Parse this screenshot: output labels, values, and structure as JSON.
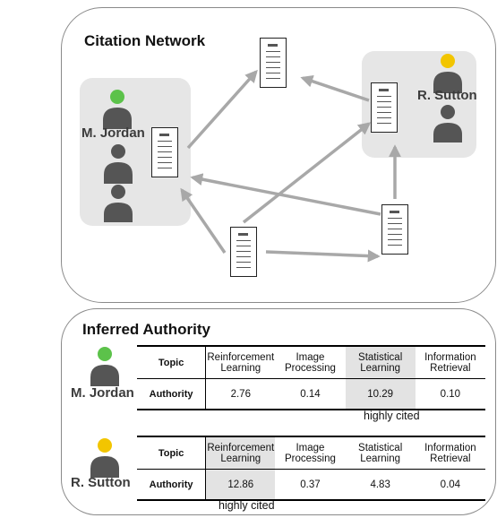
{
  "network": {
    "title": "Citation Network",
    "groups": [
      {
        "name": "M. Jordan",
        "person_colors": [
          "#5cc24a",
          "#555555",
          "#555555"
        ]
      },
      {
        "name": "R. Sutton",
        "person_colors": [
          "#f2c500",
          "#555555"
        ]
      }
    ],
    "colors": {
      "arrow": "#a8a8a8",
      "group_background": "#e6e6e6"
    }
  },
  "authority": {
    "title": "Inferred Authority",
    "tables": [
      {
        "person": "M. Jordan",
        "person_color": "#5cc24a",
        "topic_label": "Topic",
        "authority_label": "Authority",
        "topics": [
          [
            "Reinforcement",
            "Learning"
          ],
          [
            "Image",
            "Processing"
          ],
          [
            "Statistical",
            "Learning"
          ],
          [
            "Information",
            "Retrieval"
          ]
        ],
        "values": [
          "2.76",
          "0.14",
          "10.29",
          "0.10"
        ],
        "highlight_index": 2,
        "note": "highly cited"
      },
      {
        "person": "R. Sutton",
        "person_color": "#f2c500",
        "topic_label": "Topic",
        "authority_label": "Authority",
        "topics": [
          [
            "Reinforcement",
            "Learning"
          ],
          [
            "Image",
            "Processing"
          ],
          [
            "Statistical",
            "Learning"
          ],
          [
            "Information",
            "Retrieval"
          ]
        ],
        "values": [
          "12.86",
          "0.37",
          "4.83",
          "0.04"
        ],
        "highlight_index": 0,
        "note": "highly cited"
      }
    ]
  }
}
